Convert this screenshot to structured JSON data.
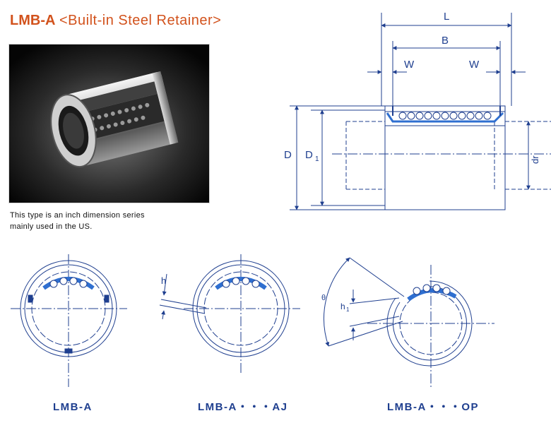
{
  "header": {
    "model": "LMB-A",
    "subtitle": "<Built-in Steel Retainer>"
  },
  "description": {
    "line1": "This type is an inch dimension series",
    "line2": "mainly used in the US."
  },
  "dimension_labels": {
    "L": "L",
    "B": "B",
    "W_left": "W",
    "W_right": "W",
    "D": "D",
    "D1": "D",
    "D1_sub": "1",
    "dr": "dr",
    "h": "h",
    "h1": "h",
    "h1_sub": "1",
    "theta": "θ"
  },
  "captions": {
    "standard": "LMB-A",
    "adjustable": "LMB-A・・・AJ",
    "open": "LMB-A・・・OP"
  },
  "colors": {
    "title": "#d2521c",
    "line": "#1f3f8f",
    "accent": "#2f6fd0"
  }
}
